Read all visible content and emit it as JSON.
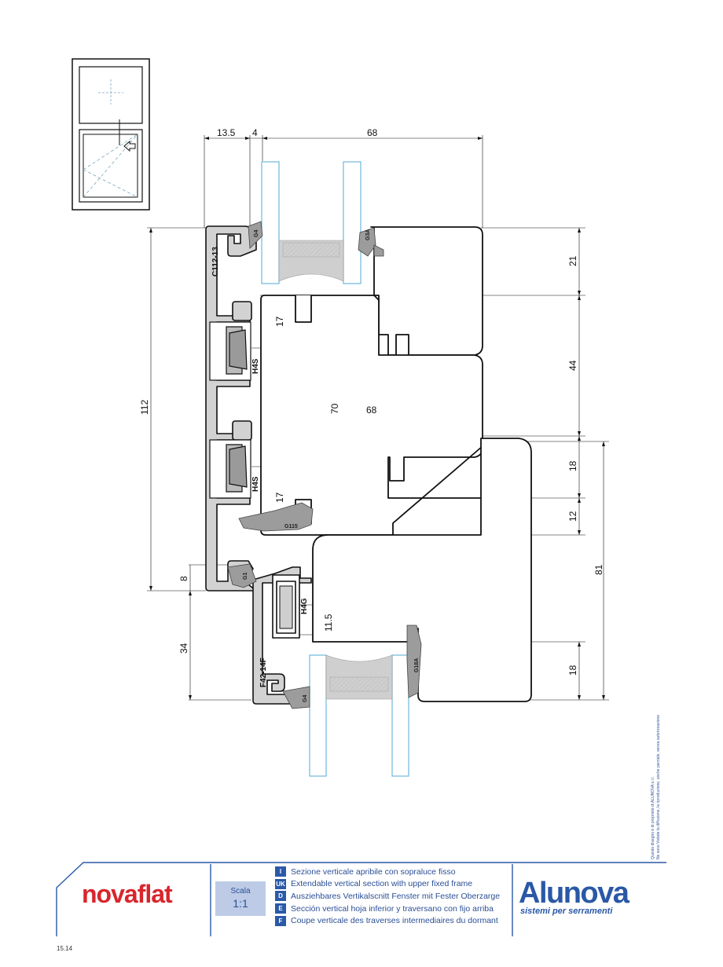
{
  "dimensions": {
    "top_13_5": "13.5",
    "top_4": "4",
    "top_68": "68",
    "left_112": "112",
    "left_8": "8",
    "left_34": "34",
    "mid_17_a": "17",
    "mid_17_b": "17",
    "mid_70": "70",
    "mid_68": "68",
    "mid_11_5": "11.5",
    "right_21": "21",
    "right_44": "44",
    "right_18_a": "18",
    "right_12": "12",
    "right_18_b": "18",
    "right_81": "81"
  },
  "profiles": {
    "frame_top": "C112-13",
    "sash_bottom": "F42-14F",
    "hardware_1": "H4S",
    "hardware_2": "H4S",
    "hardware_3": "H4G"
  },
  "gaskets": {
    "g4_top": "G4",
    "g3a": "G3A",
    "g115": "G115",
    "g1": "G1",
    "g4_bottom": "G4",
    "g18a": "G18A"
  },
  "footer": {
    "brand_left_a": "nova",
    "brand_left_b": "flat",
    "scale_label": "Scala",
    "scale_value": "1:1",
    "languages": [
      {
        "code": "I",
        "text": "Sezione verticale apribile con sopraluce fisso"
      },
      {
        "code": "UK",
        "text": "Extendable vertical section with upper fixed frame"
      },
      {
        "code": "D",
        "text": "Ausziehbares Vertikalscnitt Fenster mit Fester Oberzarge"
      },
      {
        "code": "E",
        "text": "Sección vertical hoja inferior y traversano con fijo arriba"
      },
      {
        "code": "F",
        "text": "Coupe verticale des traverses intermediaires du dormant"
      }
    ],
    "brand_right_name": "Alunova",
    "brand_right_tag": "sistemi per serramenti",
    "page_code": "15.14",
    "copyright_1": "Questo disegno è di proprietà di ALUNOVA s.r.l.",
    "copyright_2": "Ne sono Vietate la diffusione, la riproduzione, anche parziale, senza autorizzazione"
  }
}
